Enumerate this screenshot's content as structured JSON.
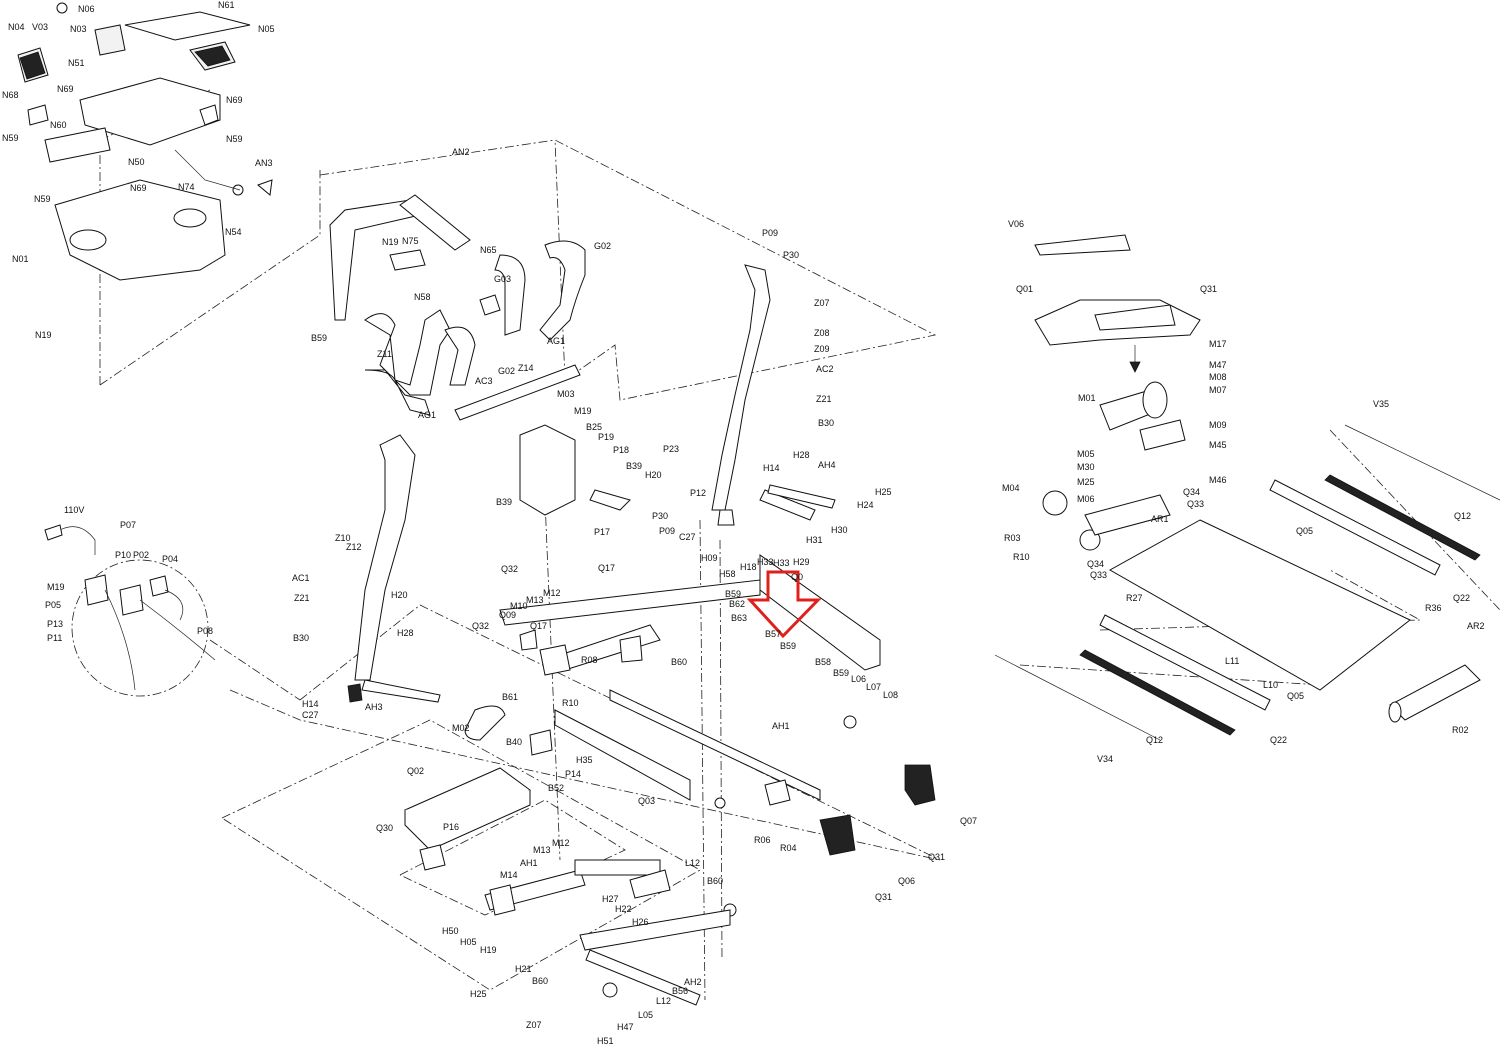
{
  "diagram": {
    "highlight_color": "#e0201b",
    "labels": {
      "n04": "N04",
      "v03": "V03",
      "n06": "N06",
      "n61": "N61",
      "n03": "N03",
      "n05": "N05",
      "n51": "N51",
      "n68": "N68",
      "n69a": "N69",
      "n69b": "N69",
      "n59a": "N59",
      "n59b": "N59",
      "n59c": "N59",
      "n60": "N60",
      "n50": "N50",
      "n74": "N74",
      "n69c": "N69",
      "an3": "AN3",
      "n54": "N54",
      "n01": "N01",
      "n19a": "N19",
      "an2": "AN2",
      "n19b": "N19",
      "n75": "N75",
      "n65": "N65",
      "g02a": "G02",
      "g03": "G03",
      "n58": "N58",
      "b59a": "B59",
      "z11": "Z11",
      "ag1a": "AG1",
      "g02b": "G02",
      "ag1b": "AG1",
      "p09": "P09",
      "p30a": "P30",
      "z07a": "Z07",
      "z08": "Z08",
      "z09": "Z09",
      "z14": "Z14",
      "ac3": "AC3",
      "ac2": "AC2",
      "m03": "M03",
      "m19a": "M19",
      "b25": "B25",
      "p19": "P19",
      "p18": "P18",
      "z21a": "Z21",
      "b30a": "B30",
      "p23": "P23",
      "h14a": "H14",
      "h28a": "H28",
      "ah4": "AH4",
      "b39a": "B39",
      "b39b": "B39",
      "h20a": "H20",
      "p12": "P12",
      "h25a": "H25",
      "h24": "H24",
      "p30b": "P30",
      "p09b": "P09",
      "c27a": "C27",
      "p17": "P17",
      "h30": "H30",
      "h31": "H31",
      "z10": "Z10",
      "z12": "Z12",
      "h09": "H09",
      "h18": "H18",
      "h33a": "H33",
      "h33b": "H33",
      "h29": "H29",
      "q0": "Q0",
      "ac1": "AC1",
      "q32a": "Q32",
      "q17a": "Q17",
      "m12a": "M12",
      "m10": "M10",
      "m13a": "M13",
      "h58": "H58",
      "b59b": "B59",
      "b62": "B62",
      "b63": "B63",
      "b57": "B57",
      "b59c": "B59",
      "q09": "Q09",
      "q17b": "Q17",
      "q32b": "Q32",
      "b58": "B58",
      "b59d": "B59",
      "l06": "L06",
      "l07": "L07",
      "l08": "L08",
      "h20b": "H20",
      "z21b": "Z21",
      "h28b": "H28",
      "b30b": "B30",
      "r08": "R08",
      "b60a": "B60",
      "b61": "B61",
      "r10a": "R10",
      "ah1a": "AH1",
      "h14b": "H14",
      "c27b": "C27",
      "ah3": "AH3",
      "m02": "M02",
      "b40": "B40",
      "h35": "H35",
      "p14": "P14",
      "b52": "B52",
      "q02": "Q02",
      "q03": "Q03",
      "p16": "P16",
      "q30": "Q30",
      "r06": "R06",
      "r04": "R04",
      "q07": "Q07",
      "q06": "Q06",
      "q31a": "Q31",
      "q31b": "Q31",
      "m13b": "M13",
      "m12b": "M12",
      "ah1b": "AH1",
      "l12a": "L12",
      "b60b": "B60",
      "m14": "M14",
      "h27": "H27",
      "h22": "H22",
      "h26": "H26",
      "h50": "H50",
      "h05": "H05",
      "h19": "H19",
      "h21": "H21",
      "b60c": "B60",
      "b56": "B56",
      "ah2": "AH2",
      "l12b": "L12",
      "l05": "L05",
      "h25b": "H25",
      "z07b": "Z07",
      "h47": "H47",
      "h51": "H51",
      "v110": "110V",
      "p07": "P07",
      "p10": "P10",
      "p02": "P02",
      "p04": "P04",
      "m19b": "M19",
      "p05": "P05",
      "p13": "P13",
      "p11": "P11",
      "p08": "P08",
      "v06": "V06",
      "q01": "Q01",
      "q31c": "Q31",
      "m17": "M17",
      "m47": "M47",
      "m08": "M08",
      "m07": "M07",
      "m01": "M01",
      "m09": "M09",
      "m45": "M45",
      "m05": "M05",
      "m30": "M30",
      "m25": "M25",
      "m06": "M06",
      "m46": "M46",
      "m04": "M04",
      "r03": "R03",
      "r10b": "R10",
      "ar1": "AR1",
      "q34a": "Q34",
      "q33a": "Q33",
      "q34b": "Q34",
      "q33b": "Q33",
      "v35": "V35",
      "q05a": "Q05",
      "q12a": "Q12",
      "q22a": "Q22",
      "r27": "R27",
      "r36": "R36",
      "l11": "L11",
      "l10": "L10",
      "q05b": "Q05",
      "ar2": "AR2",
      "r02": "R02",
      "q12b": "Q12",
      "q22b": "Q22",
      "v34": "V34"
    }
  }
}
